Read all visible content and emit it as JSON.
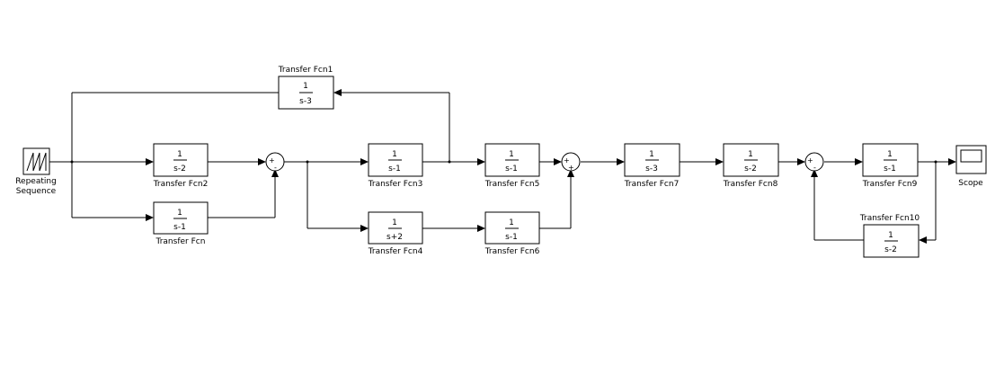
{
  "blocks": {
    "source": {
      "label1": "Repeating",
      "label2": "Sequence"
    },
    "tf1": {
      "name": "Transfer Fcn1",
      "num": "1",
      "den": "s-3"
    },
    "tf2": {
      "name": "Transfer Fcn2",
      "num": "1",
      "den": "s-2"
    },
    "tf": {
      "name": "Transfer Fcn",
      "num": "1",
      "den": "s-1"
    },
    "tf3": {
      "name": "Transfer Fcn3",
      "num": "1",
      "den": "s-1"
    },
    "tf4": {
      "name": "Transfer Fcn4",
      "num": "1",
      "den": "s+2"
    },
    "tf5": {
      "name": "Transfer Fcn5",
      "num": "1",
      "den": "s-1"
    },
    "tf6": {
      "name": "Transfer Fcn6",
      "num": "1",
      "den": "s-1"
    },
    "tf7": {
      "name": "Transfer Fcn7",
      "num": "1",
      "den": "s-3"
    },
    "tf8": {
      "name": "Transfer Fcn8",
      "num": "1",
      "den": "s-2"
    },
    "tf9": {
      "name": "Transfer Fcn9",
      "num": "1",
      "den": "s-1"
    },
    "tf10": {
      "name": "Transfer Fcn10",
      "num": "1",
      "den": "s-2"
    },
    "scope": {
      "name": "Scope"
    }
  },
  "sums": {
    "sum1": {
      "top": "+",
      "bottom": "-"
    },
    "sum2": {
      "top": "+",
      "bottom": "+"
    },
    "sum3": {
      "top": "+",
      "bottom": "-"
    }
  }
}
